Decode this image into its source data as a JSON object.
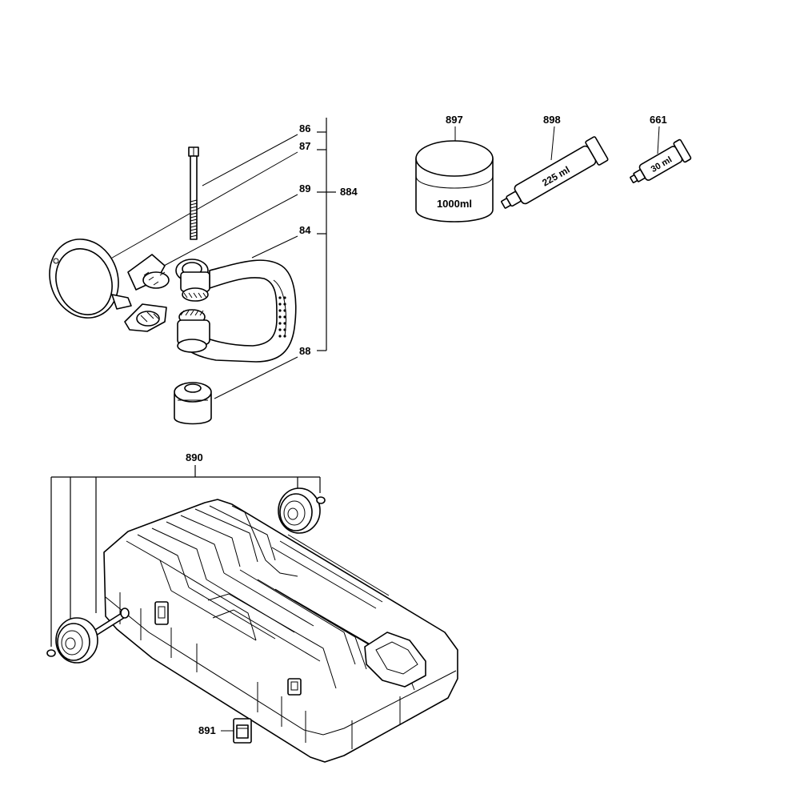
{
  "callouts": {
    "c86": "86",
    "c87": "87",
    "c89": "89",
    "c884": "884",
    "c84": "84",
    "c88": "88",
    "c897": "897",
    "c898": "898",
    "c661": "661",
    "c890": "890",
    "c891": "891"
  },
  "containers": {
    "jar": "1000ml",
    "tube_large": "225 ml",
    "tube_small": "30 ml"
  }
}
